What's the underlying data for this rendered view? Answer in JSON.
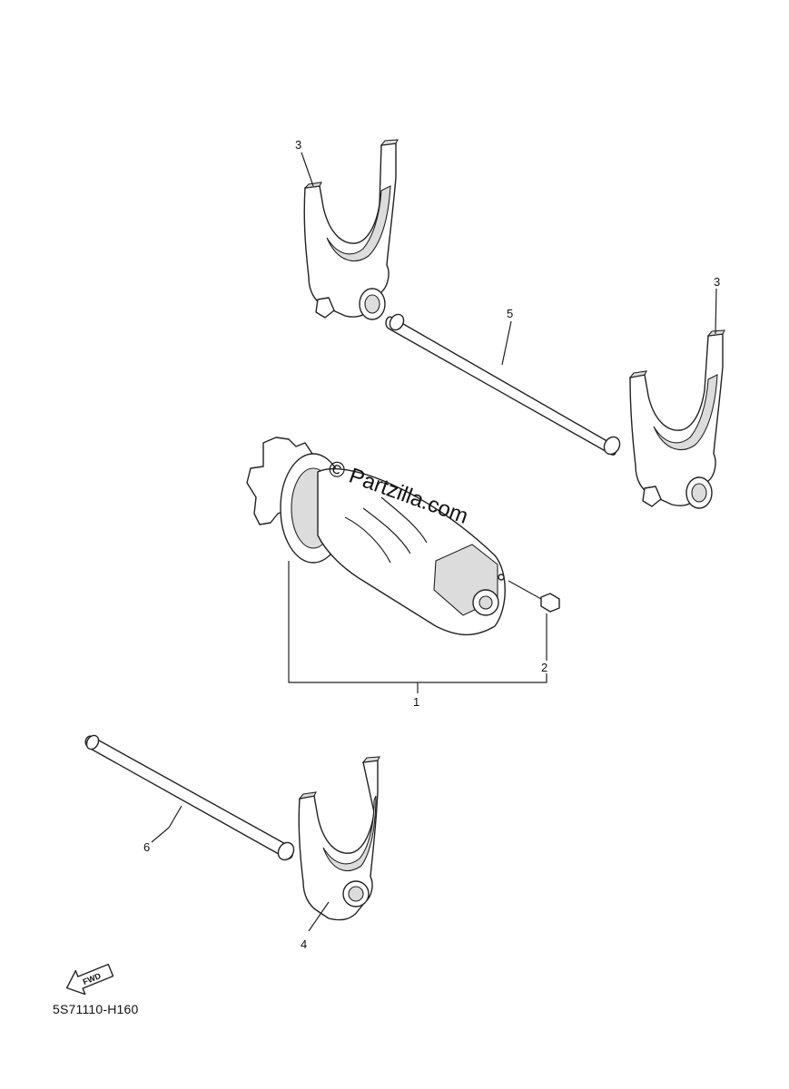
{
  "callouts": {
    "c1": "1",
    "c2": "2",
    "c3a": "3",
    "c3b": "3",
    "c4": "4",
    "c5": "5",
    "c6": "6"
  },
  "watermark": "© Partzilla.com",
  "fwd_label": "FWD",
  "diagram_code": "5S71110-H160"
}
